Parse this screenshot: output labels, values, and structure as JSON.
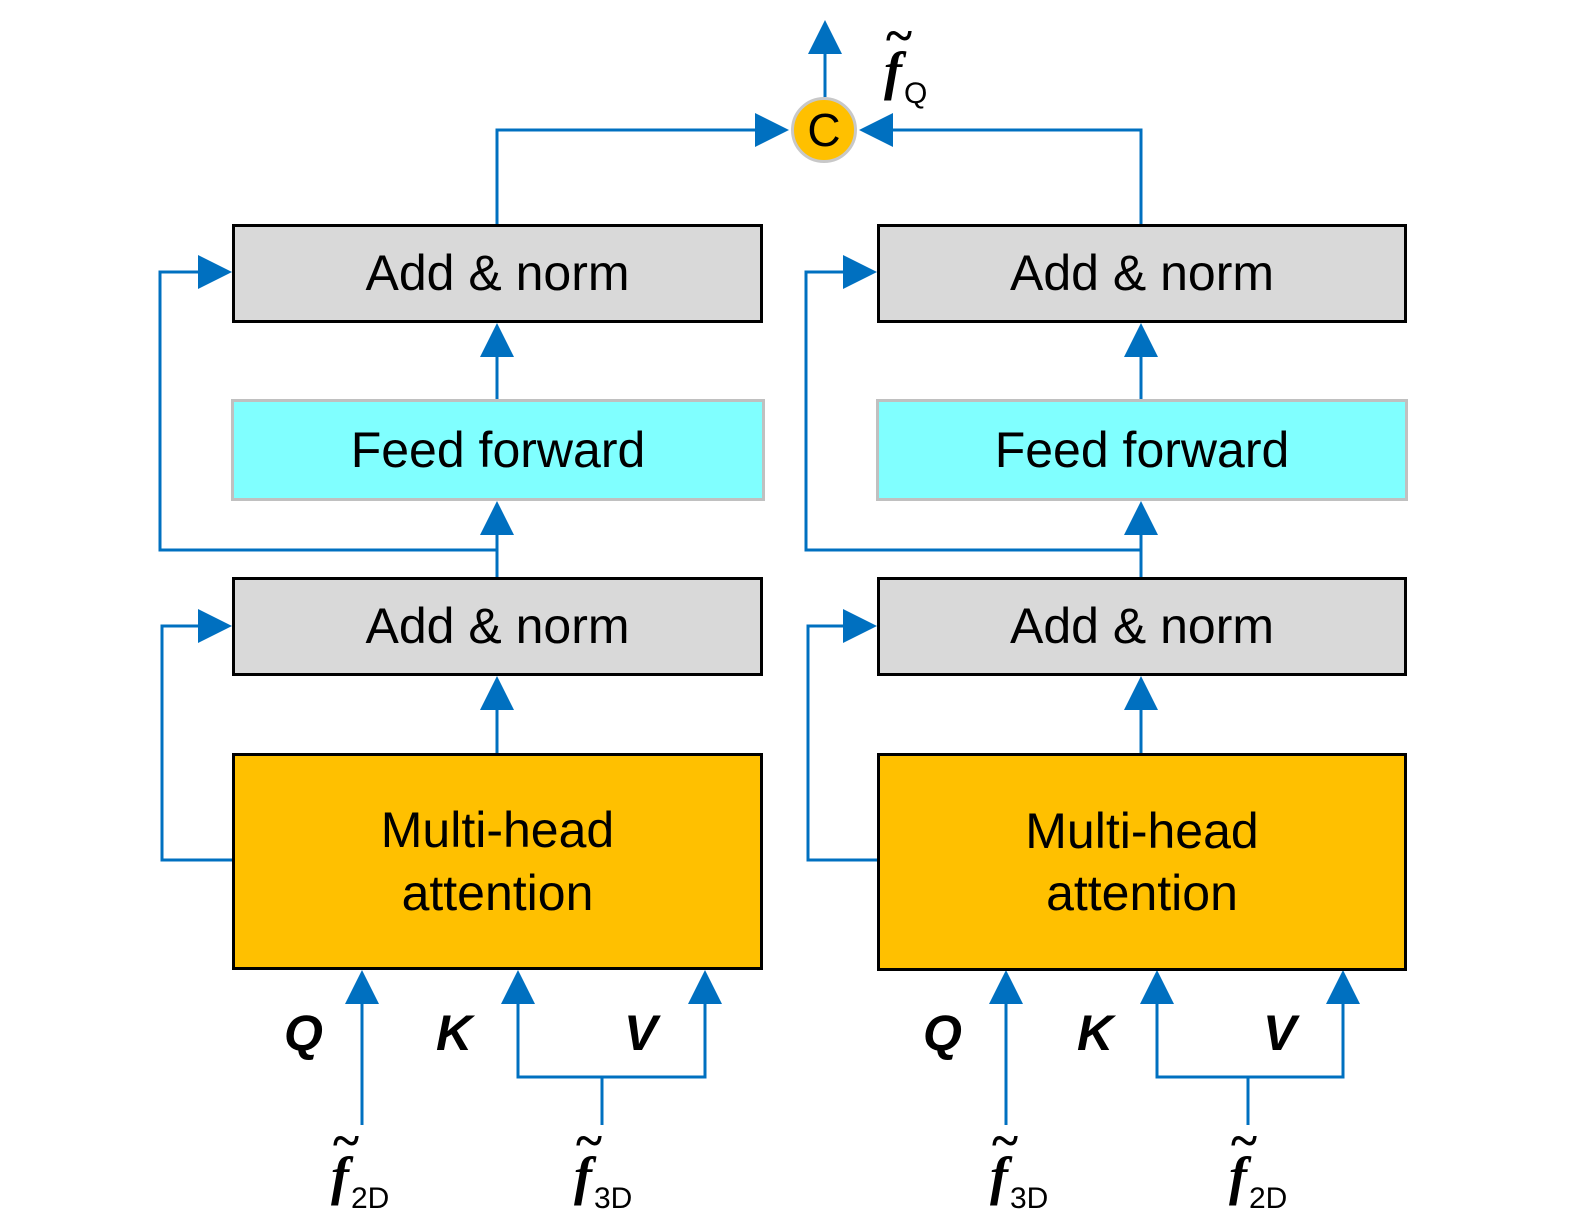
{
  "colors": {
    "wire": "#0070c0",
    "norm_fill": "#d9d9d9",
    "feed_forward_fill": "#80ffff",
    "attention_fill": "#ffc000",
    "concat_fill": "#ffc000"
  },
  "output": {
    "symbol": "f",
    "subscript": "Q"
  },
  "concat_label": "C",
  "branches": [
    {
      "norm_top": "Add & norm",
      "feed_forward": "Feed forward",
      "norm_bottom": "Add & norm",
      "attention_line1": "Multi-head",
      "attention_line2": "attention",
      "q_label": "Q",
      "k_label": "K",
      "v_label": "V",
      "q_input": {
        "symbol": "f",
        "subscript": "2D"
      },
      "kv_input": {
        "symbol": "f",
        "subscript": "3D"
      }
    },
    {
      "norm_top": "Add & norm",
      "feed_forward": "Feed forward",
      "norm_bottom": "Add & norm",
      "attention_line1": "Multi-head",
      "attention_line2": "attention",
      "q_label": "Q",
      "k_label": "K",
      "v_label": "V",
      "q_input": {
        "symbol": "f",
        "subscript": "3D"
      },
      "kv_input": {
        "symbol": "f",
        "subscript": "2D"
      }
    }
  ]
}
